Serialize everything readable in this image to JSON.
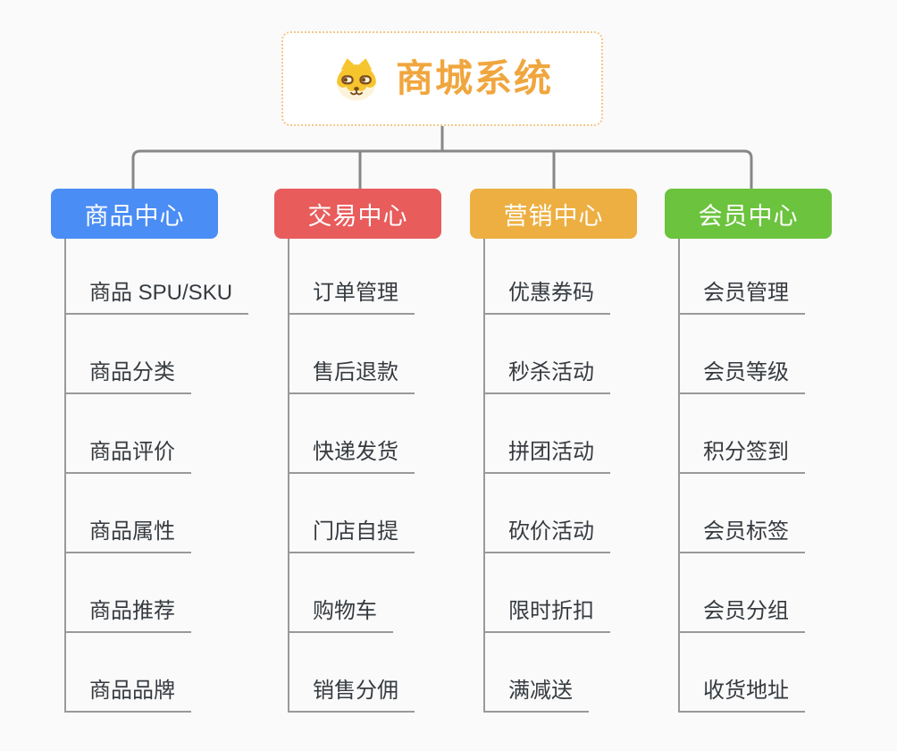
{
  "root": {
    "title": "商城系统",
    "icon": "shiba-dog-icon",
    "title_color": "#f0a63e",
    "border_color": "#f3c887"
  },
  "connector_color": "#878787",
  "underline_color": "#999999",
  "branches": [
    {
      "label": "商品中心",
      "color": "#4a8df5",
      "children": [
        "商品 SPU/SKU",
        "商品分类",
        "商品评价",
        "商品属性",
        "商品推荐",
        "商品品牌"
      ]
    },
    {
      "label": "交易中心",
      "color": "#e85c5c",
      "children": [
        "订单管理",
        "售后退款",
        "快递发货",
        "门店自提",
        "购物车",
        "销售分佣"
      ]
    },
    {
      "label": "营销中心",
      "color": "#edaf42",
      "children": [
        "优惠券码",
        "秒杀活动",
        "拼团活动",
        "砍价活动",
        "限时折扣",
        "满减送"
      ]
    },
    {
      "label": "会员中心",
      "color": "#6cc33e",
      "children": [
        "会员管理",
        "会员等级",
        "积分签到",
        "会员标签",
        "会员分组",
        "收货地址"
      ]
    }
  ]
}
